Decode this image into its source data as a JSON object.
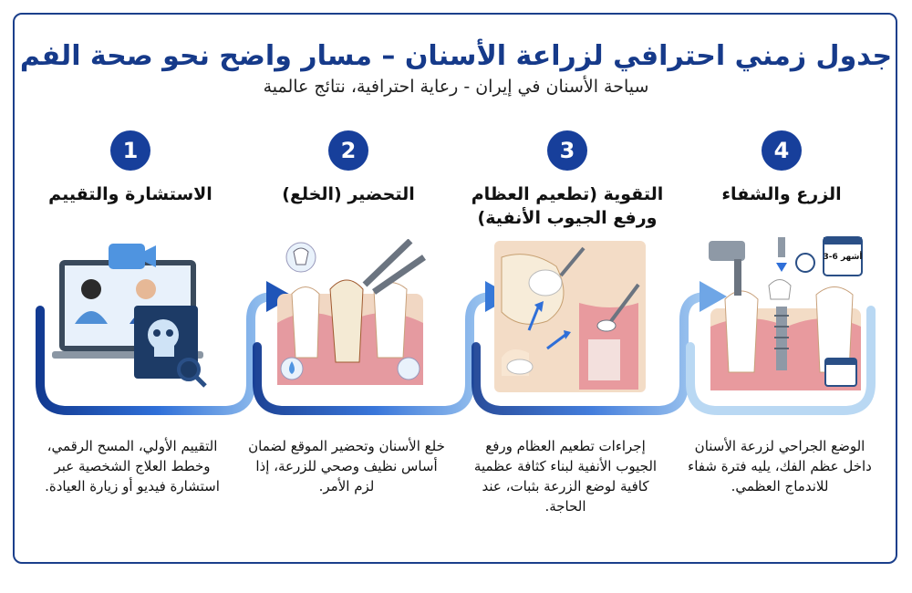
{
  "title": "جدول زمني احترافي لزراعة الأسنان – مسار واضح نحو صحة الفم",
  "subtitle": "سياحة الأسنان في إيران - رعاية احترافية، نتائج عالمية",
  "colors": {
    "primary": "#173f9b",
    "flow": "#2f6fd8",
    "frame": "#1b3f8b"
  },
  "steps": [
    {
      "number": "1",
      "title": "الاستشارة والتقييم",
      "description": "التقييم الأولي، المسح الرقمي، وخطط العلاج الشخصية عبر استشارة فيديو أو زيارة العيادة."
    },
    {
      "number": "2",
      "title": "التحضير (الخلع)",
      "description": "خلع الأسنان وتحضير الموقع لضمان أساس نظيف وصحي للزرعة، إذا لزم الأمر."
    },
    {
      "number": "3",
      "title": "التقوية (تطعيم العظام ورفع الجيوب الأنفية)",
      "description": "إجراءات تطعيم العظام ورفع الجيوب الأنفية لبناء كثافة عظمية كافية لوضع الزرعة بثبات، عند الحاجة."
    },
    {
      "number": "4",
      "title": "الزرع والشفاء",
      "description": "الوضع الجراحي لزرعة الأسنان داخل عظم الفك، يليه فترة شفاء للاندماج العظمي.",
      "calendar_label": "3-6 أشهر"
    }
  ]
}
